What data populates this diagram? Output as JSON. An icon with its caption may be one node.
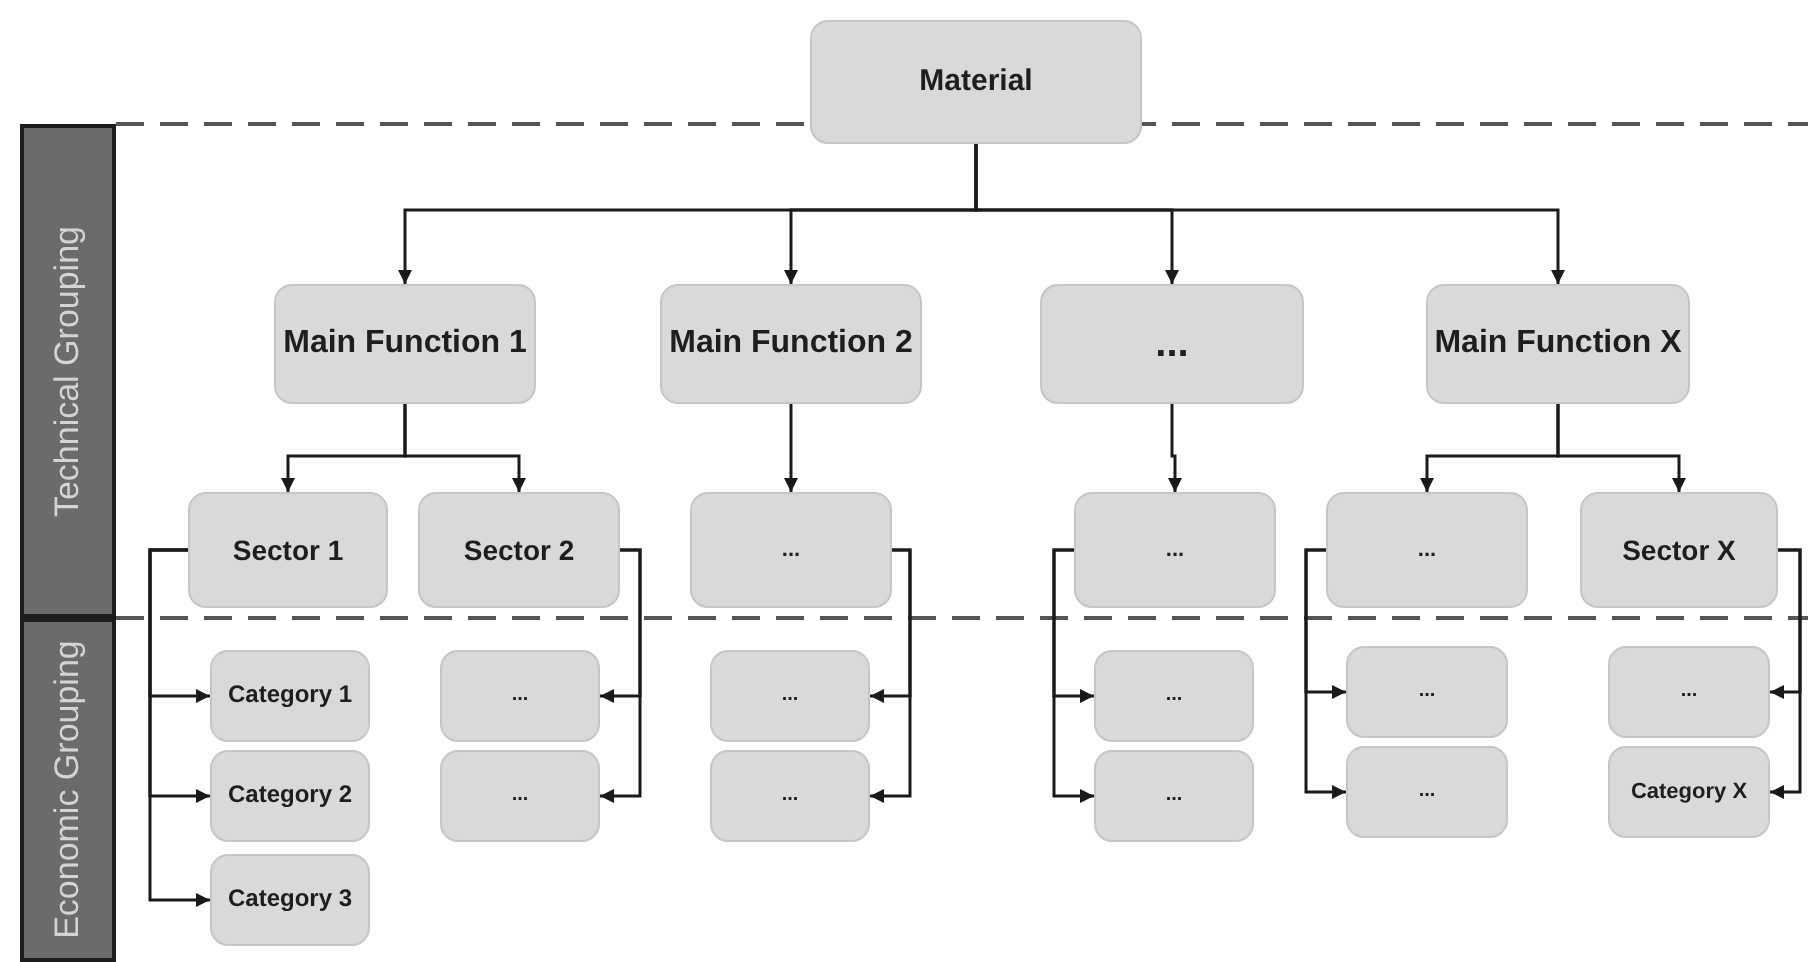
{
  "diagram": {
    "nodes": [
      {
        "text": [
          "Material"
        ]
      },
      {
        "text": [
          "Technical Grouping"
        ]
      },
      {
        "text": [
          "Economic Grouping"
        ]
      },
      {
        "text": [
          "Main Function 1"
        ]
      },
      {
        "text": [
          "Main Function 2"
        ]
      },
      {
        "text": [
          "..."
        ]
      },
      {
        "text": [
          "Main Function X"
        ]
      },
      {
        "text": [
          "Sector 1"
        ]
      },
      {
        "text": [
          "Sector 2"
        ]
      },
      {
        "text": [
          "..."
        ]
      },
      {
        "text": [
          "..."
        ]
      },
      {
        "text": [
          "..."
        ]
      },
      {
        "text": [
          "Sector X"
        ]
      },
      {
        "text": [
          "Category 1"
        ]
      },
      {
        "text": [
          "..."
        ]
      },
      {
        "text": [
          "..."
        ]
      },
      {
        "text": [
          "..."
        ]
      },
      {
        "text": [
          "..."
        ]
      },
      {
        "text": [
          "..."
        ]
      },
      {
        "text": [
          "Category 2"
        ]
      },
      {
        "text": [
          "..."
        ]
      },
      {
        "text": [
          "..."
        ]
      },
      {
        "text": [
          "..."
        ]
      },
      {
        "text": [
          "..."
        ]
      },
      {
        "text": [
          "Category X"
        ]
      },
      {
        "text": [
          "Category 3"
        ]
      }
    ],
    "edges": [
      {
        "from": 0,
        "to": 3,
        "arrow": "to"
      },
      {
        "from": 0,
        "to": 4,
        "arrow": "to"
      },
      {
        "from": 0,
        "to": 5,
        "arrow": "to"
      },
      {
        "from": 0,
        "to": 6,
        "arrow": "to"
      },
      {
        "from": 3,
        "to": 7,
        "arrow": "to"
      },
      {
        "from": 3,
        "to": 8,
        "arrow": "to"
      },
      {
        "from": 4,
        "to": 9,
        "arrow": "to"
      },
      {
        "from": 5,
        "to": 10,
        "arrow": "to"
      },
      {
        "from": 6,
        "to": 11,
        "arrow": "to"
      },
      {
        "from": 6,
        "to": 12,
        "arrow": "to"
      },
      {
        "from": 7,
        "to": 13,
        "arrow": "to"
      },
      {
        "from": 7,
        "to": 19,
        "arrow": "to"
      },
      {
        "from": 7,
        "to": 25,
        "arrow": "to"
      },
      {
        "from": 8,
        "to": 14,
        "arrow": "to"
      },
      {
        "from": 8,
        "to": 20,
        "arrow": "to"
      },
      {
        "from": 9,
        "to": 15,
        "arrow": "to"
      },
      {
        "from": 9,
        "to": 21,
        "arrow": "to"
      },
      {
        "from": 10,
        "to": 16,
        "arrow": "to"
      },
      {
        "from": 10,
        "to": 22,
        "arrow": "to"
      },
      {
        "from": 11,
        "to": 17,
        "arrow": "to"
      },
      {
        "from": 11,
        "to": 23,
        "arrow": "to"
      },
      {
        "from": 12,
        "to": 18,
        "arrow": "to"
      },
      {
        "from": 12,
        "to": 24,
        "arrow": "to"
      }
    ]
  }
}
